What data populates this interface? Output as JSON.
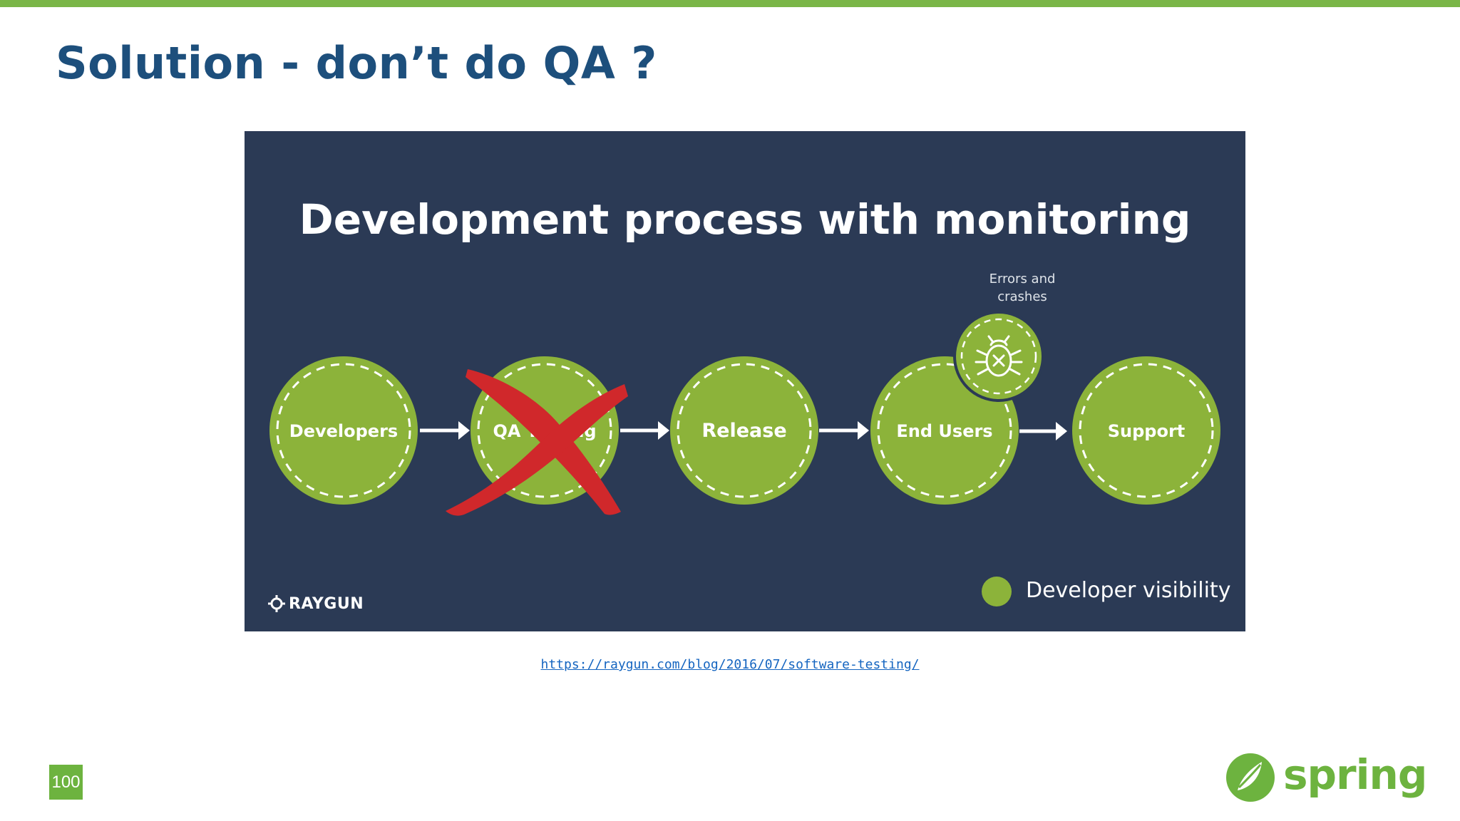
{
  "slide": {
    "title": "Solution - don’t do QA ?",
    "page_number": "100",
    "source_link": "https://raygun.com/blog/2016/07/software-testing/",
    "accent_color": "#7ab648",
    "title_color": "#1d4f7c"
  },
  "figure": {
    "title": "Development process with monitoring",
    "background_color": "#2b3a55",
    "node_color": "#8cb33a",
    "cross_color": "#d0282b",
    "nodes": [
      {
        "label": "Developers"
      },
      {
        "label": "QA Testing",
        "crossed_out": true
      },
      {
        "label": "Release"
      },
      {
        "label": "End Users"
      },
      {
        "label": "Support"
      }
    ],
    "errors_label_line1": "Errors and",
    "errors_label_line2": "crashes",
    "errors_icon": "bug-icon",
    "legend_label": "Developer visibility",
    "brand_logo": "RAYGUN"
  },
  "footer": {
    "logo_text": "spring",
    "logo_icon": "leaf-icon"
  }
}
